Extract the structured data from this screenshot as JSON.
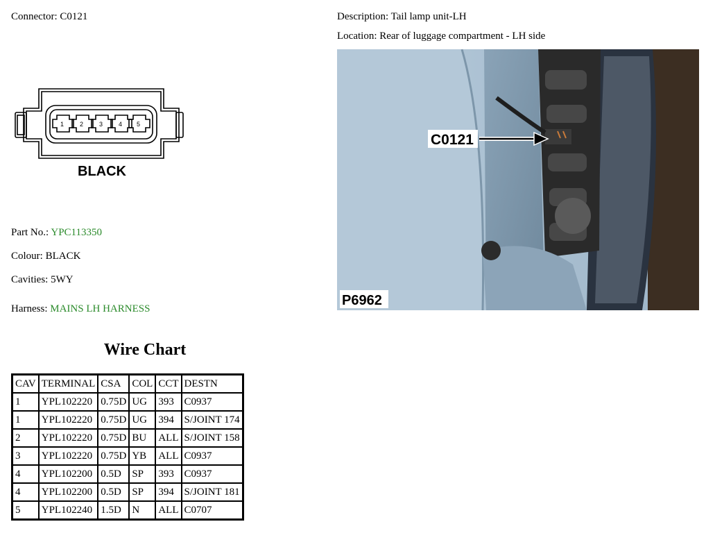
{
  "header": {
    "connector_label": "Connector:",
    "connector_value": "C0121",
    "description_label": "Description:",
    "description_value": "Tail lamp unit-LH",
    "location_label": "Location:",
    "location_value": "Rear of luggage compartment - LH side"
  },
  "connector_drawing": {
    "pins": [
      "1",
      "2",
      "3",
      "4",
      "5"
    ],
    "color_label": "BLACK"
  },
  "details": {
    "part_no_label": "Part No.:",
    "part_no_value": "YPC113350",
    "colour_label": "Colour:",
    "colour_value": "BLACK",
    "cavities_label": "Cavities:",
    "cavities_value": "5WY",
    "harness_label": "Harness:",
    "harness_value": "MAINS LH HARNESS"
  },
  "photo": {
    "callout": "C0121",
    "image_ref": "P6962"
  },
  "wire_chart": {
    "title": "Wire Chart",
    "headers": [
      "CAV",
      "TERMINAL",
      "CSA",
      "COL",
      "CCT",
      "DESTN"
    ],
    "rows": [
      [
        "1",
        "YPL102220",
        "0.75D",
        "UG",
        "393",
        "C0937"
      ],
      [
        "1",
        "YPL102220",
        "0.75D",
        "UG",
        "394",
        "S/JOINT 174"
      ],
      [
        "2",
        "YPL102220",
        "0.75D",
        "BU",
        "ALL",
        "S/JOINT 158"
      ],
      [
        "3",
        "YPL102220",
        "0.75D",
        "YB",
        "ALL",
        "C0937"
      ],
      [
        "4",
        "YPL102200",
        "0.5D",
        "SP",
        "393",
        "C0937"
      ],
      [
        "4",
        "YPL102200",
        "0.5D",
        "SP",
        "394",
        "S/JOINT 181"
      ],
      [
        "5",
        "YPL102240",
        "1.5D",
        "N",
        "ALL",
        "C0707"
      ]
    ]
  },
  "colors": {
    "link_green": "#2a8a2a",
    "photo_background": "#a9c1d3"
  }
}
